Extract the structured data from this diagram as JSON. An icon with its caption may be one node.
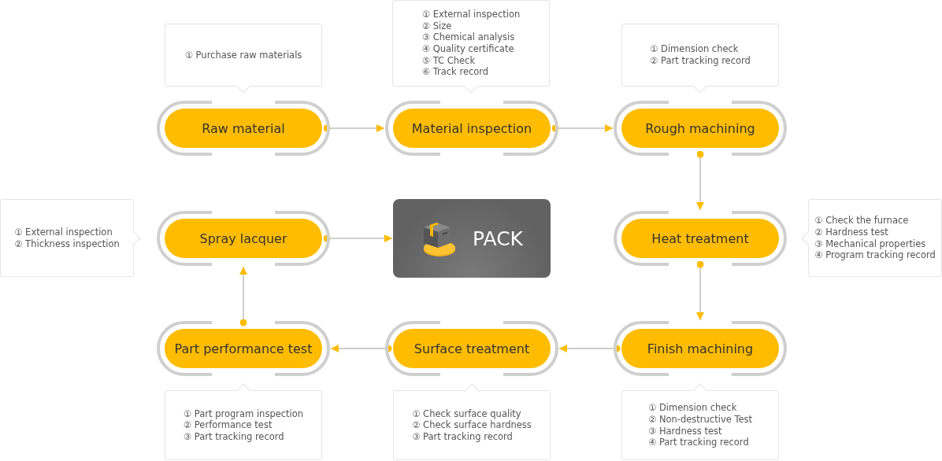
{
  "diagram": {
    "nodes": [
      {
        "text": [
          "① Purchase raw materials"
        ]
      },
      {
        "text": [
          "① External inspection",
          "② Size",
          "③ Chemical analysis",
          "④ Quality certificate",
          "⑤ TC Check",
          "⑥ Track record"
        ]
      },
      {
        "text": [
          "① Dimension check",
          "② Part tracking record"
        ]
      },
      {
        "text": [
          "Raw material"
        ]
      },
      {
        "text": [
          "Material inspection"
        ]
      },
      {
        "text": [
          "Rough machining"
        ]
      },
      {
        "text": [
          "① External inspection",
          "② Thickness inspection"
        ]
      },
      {
        "text": [
          "Spray lacquer"
        ]
      },
      {
        "text": [
          "PACK"
        ]
      },
      {
        "text": [
          "Heat treatment"
        ]
      },
      {
        "text": [
          "① Check the furnace",
          "② Hardness test",
          "③ Mechanical properties",
          "④ Program tracking record"
        ]
      },
      {
        "text": [
          "Part performance test"
        ]
      },
      {
        "text": [
          "Surface treatment"
        ]
      },
      {
        "text": [
          "Finish machining"
        ]
      },
      {
        "text": [
          "① Part program inspection",
          "② Performance test",
          "③ Part tracking record"
        ]
      },
      {
        "text": [
          "① Check surface quality",
          "② Check surface hardness",
          "③ Part tracking record"
        ]
      },
      {
        "text": [
          "① Dimension check",
          "② Non-destructive Test",
          "③ Hardness test",
          "④ Part tracking record"
        ]
      }
    ],
    "edges": [
      {
        "from": 3,
        "to": 4,
        "arrow": "to"
      },
      {
        "from": 4,
        "to": 5,
        "arrow": "to"
      },
      {
        "from": 5,
        "to": 9,
        "arrow": "to"
      },
      {
        "from": 9,
        "to": 13,
        "arrow": "to"
      },
      {
        "from": 13,
        "to": 12,
        "arrow": "to"
      },
      {
        "from": 12,
        "to": 11,
        "arrow": "to"
      },
      {
        "from": 11,
        "to": 7,
        "arrow": "to"
      },
      {
        "from": 7,
        "to": 8,
        "arrow": "to"
      }
    ]
  }
}
